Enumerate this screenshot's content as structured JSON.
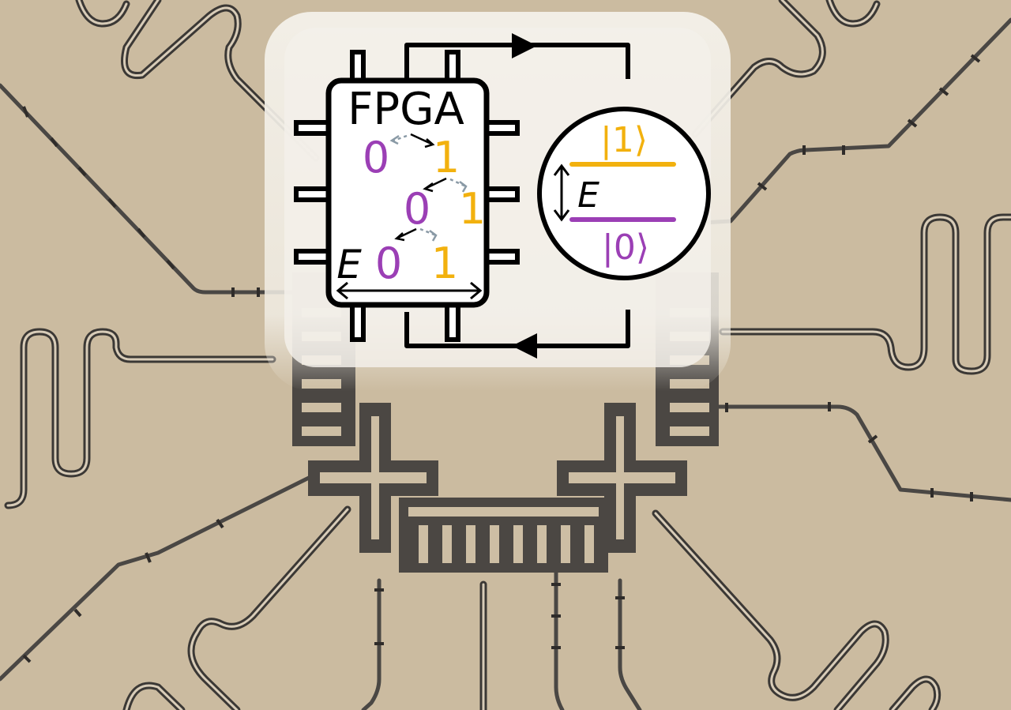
{
  "figure": {
    "fpga_box": {
      "title": "FPGA",
      "bits": [
        {
          "value": "0",
          "color": "#9b3fb5"
        },
        {
          "value": "1",
          "color": "#f2b10e"
        },
        {
          "value": "0",
          "color": "#9b3fb5"
        },
        {
          "value": "1",
          "color": "#f2b10e"
        },
        {
          "value": "0",
          "color": "#9b3fb5"
        },
        {
          "value": "1",
          "color": "#f2b10e"
        }
      ],
      "energy_label": "E"
    },
    "qubit_levels": {
      "excited_state": "|1⟩",
      "ground_state": "|0⟩",
      "energy_label": "E"
    },
    "colors": {
      "zero": "#9b3fb5",
      "one": "#f2b10e",
      "outline": "#000000",
      "substrate": "#cbbba0",
      "metal": "#4b4743",
      "dashed_arrow": "#8a9aa6"
    }
  }
}
